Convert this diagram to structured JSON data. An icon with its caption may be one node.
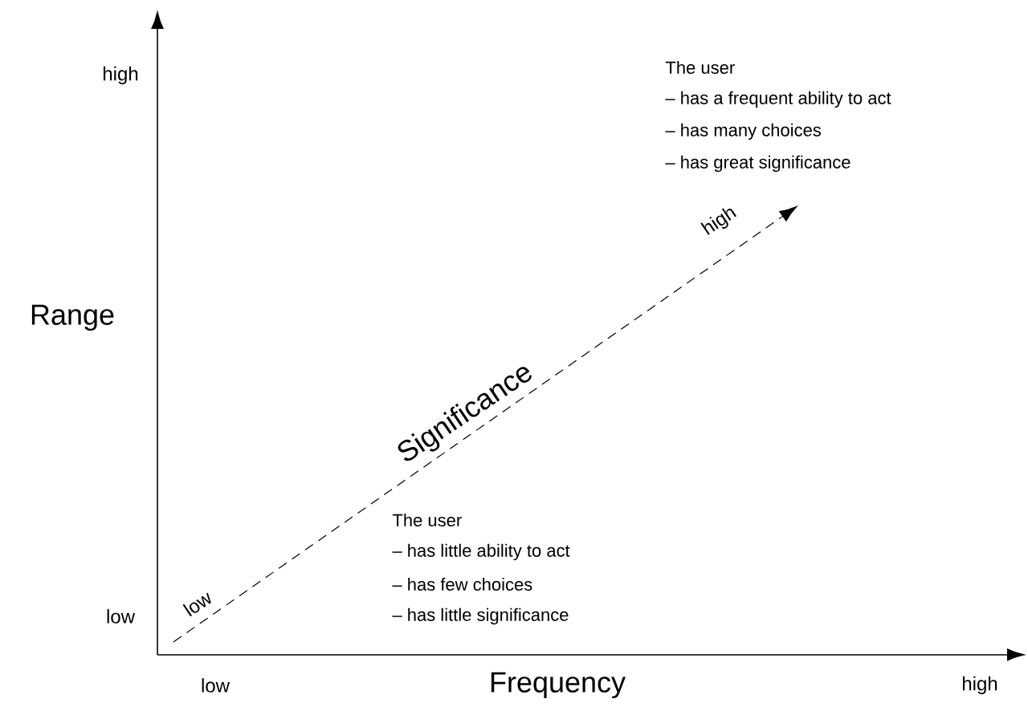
{
  "diagram": {
    "labels": [
      "high",
      "The user",
      "– has a frequent ability to act",
      "– has many choices",
      "– has great significance",
      "high",
      "Range",
      "Significance",
      "The user",
      "– has little ability to act",
      "– has few choices",
      "– has little significance",
      "low",
      "low",
      "low",
      "Frequency",
      "high"
    ]
  }
}
